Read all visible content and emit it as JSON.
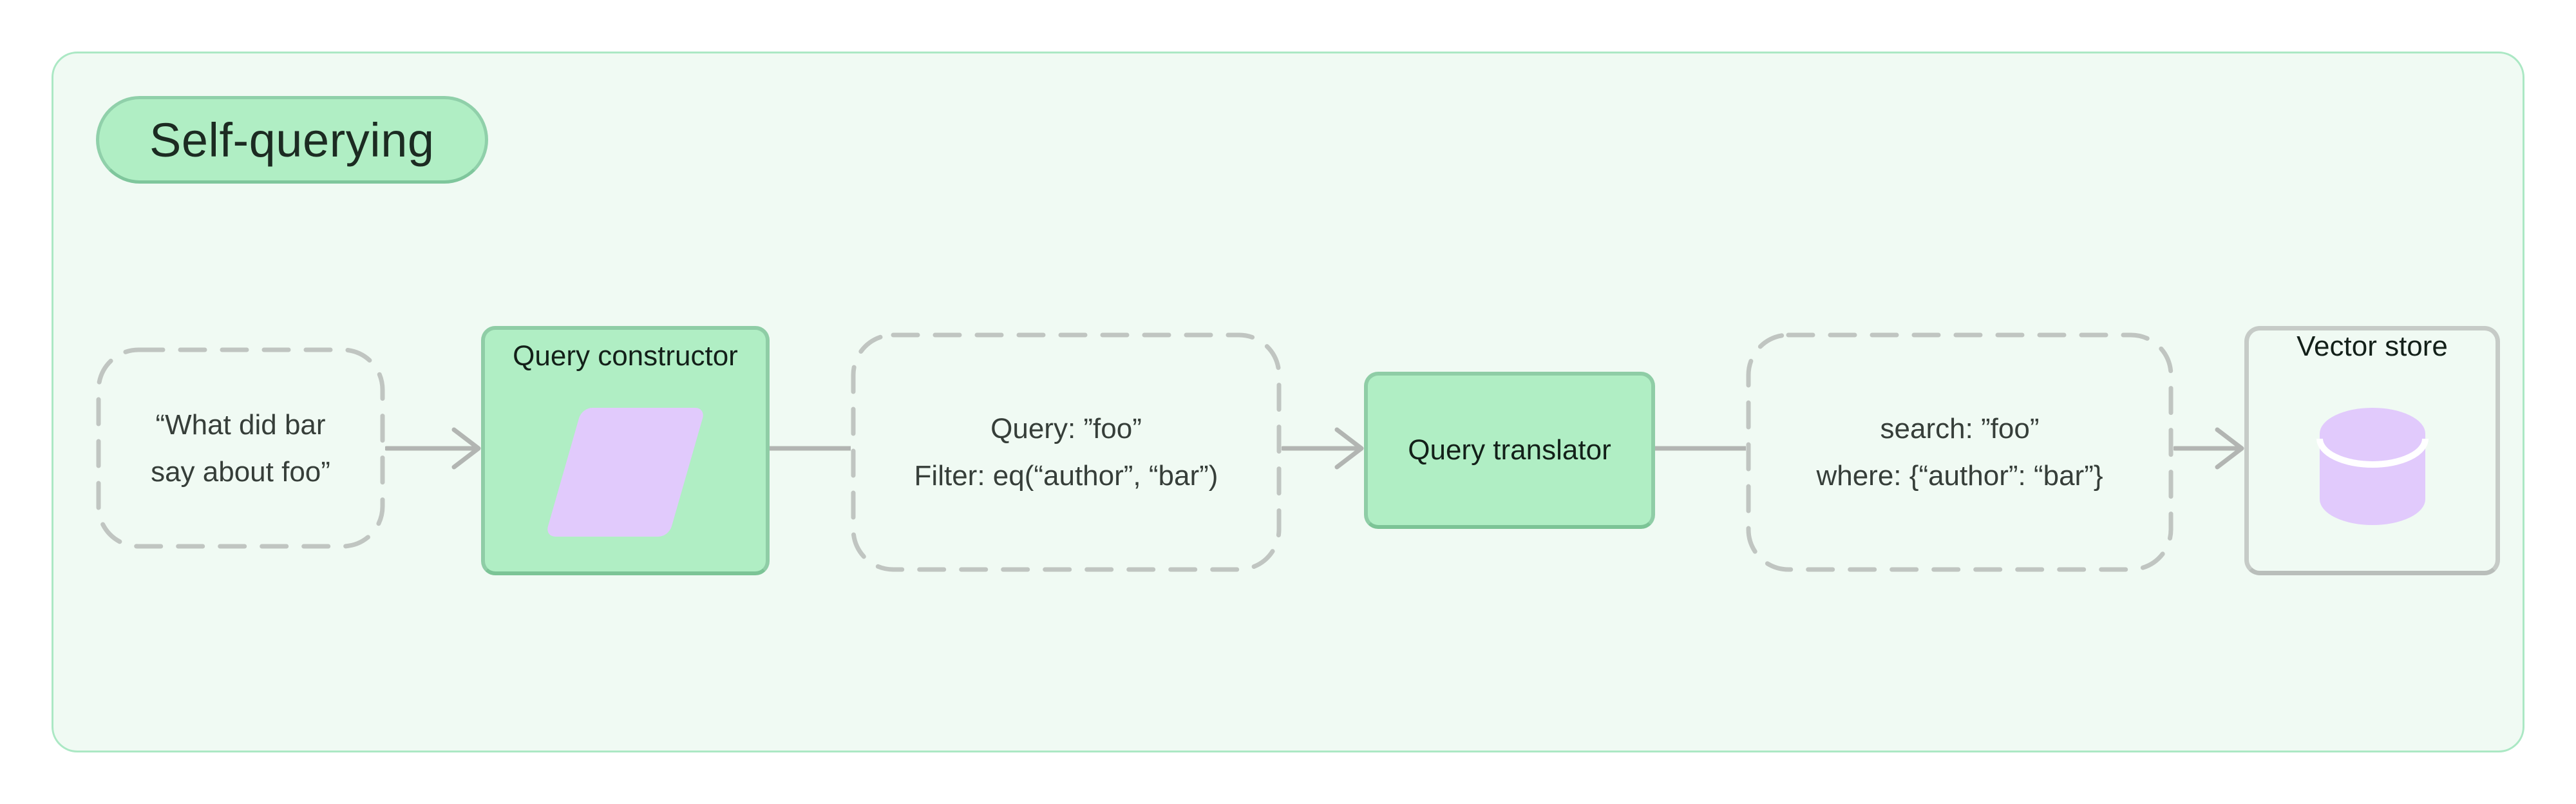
{
  "title_badge": "Self-querying",
  "flow": {
    "input_node": {
      "line1": "“What did bar",
      "line2": "say about foo”"
    },
    "query_constructor": {
      "label": "Query constructor",
      "icon": "parallelogram-icon"
    },
    "structured_query": {
      "line1": "Query: ”foo”",
      "line2": "Filter: eq(“author”, “bar”)"
    },
    "query_translator": {
      "label": "Query translator"
    },
    "translated_query": {
      "line1": "search: ”foo”",
      "line2": "where: {“author”: “bar”}"
    },
    "vector_store": {
      "label": "Vector store",
      "icon": "database-icon"
    }
  },
  "colors": {
    "page_background": "#ffffff",
    "container_background": "#f0faf3",
    "container_border": "#abe8c4",
    "green_node_fill": "#b0eec4",
    "green_node_border": "#8fcda6",
    "purple_accent": "#e1cafc",
    "dashed_border_gray": "#c0c5c1",
    "connector_gray": "#b2b5b2",
    "outlined_node_border": "#c6cbc7",
    "title_text": "#1c2b22",
    "label_text": "#132019",
    "dashed_text": "#363e39"
  }
}
